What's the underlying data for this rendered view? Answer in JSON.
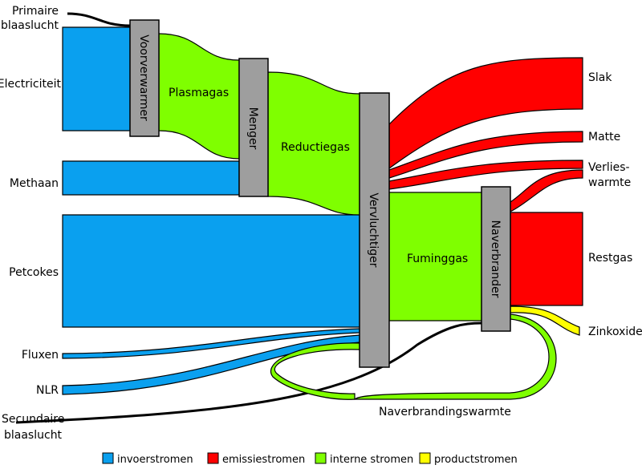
{
  "colors": {
    "input": "#0aa0ef",
    "emission": "#ff0000",
    "internal": "#7fff00",
    "product": "#ffff00",
    "node": "#9e9e9e"
  },
  "sources": {
    "primaire": "Primaire",
    "blaaslucht1": "blaaslucht",
    "electriciteit": "Electriciteit",
    "methaan": "Methaan",
    "petcokes": "Petcokes",
    "fluxen": "Fluxen",
    "nlr": "NLR",
    "secundaire": "Secundaire",
    "blaaslucht2": "blaaslucht"
  },
  "nodes": {
    "voorverwarmer": "Voorverwarmer",
    "menger": "Menger",
    "vervluchtiger": "Vervluchtiger",
    "naverbrander": "Naverbrander"
  },
  "flows": {
    "plasmagas": "Plasmagas",
    "reductiegas": "Reductiegas",
    "fuminggas": "Fuminggas",
    "naverbrandingswarmte": "Naverbrandingswarmte"
  },
  "outputs": {
    "slak": "Slak",
    "matte": "Matte",
    "verlies1": "Verlies-",
    "verlies2": "warmte",
    "restgas": "Restgas",
    "zinkoxide": "Zinkoxide"
  },
  "legend": [
    {
      "label": "invoerstromen",
      "color": "#0aa0ef"
    },
    {
      "label": "emissiestromen",
      "color": "#ff0000"
    },
    {
      "label": "interne stromen",
      "color": "#7fff00"
    },
    {
      "label": "productstromen",
      "color": "#ffff00"
    }
  ]
}
